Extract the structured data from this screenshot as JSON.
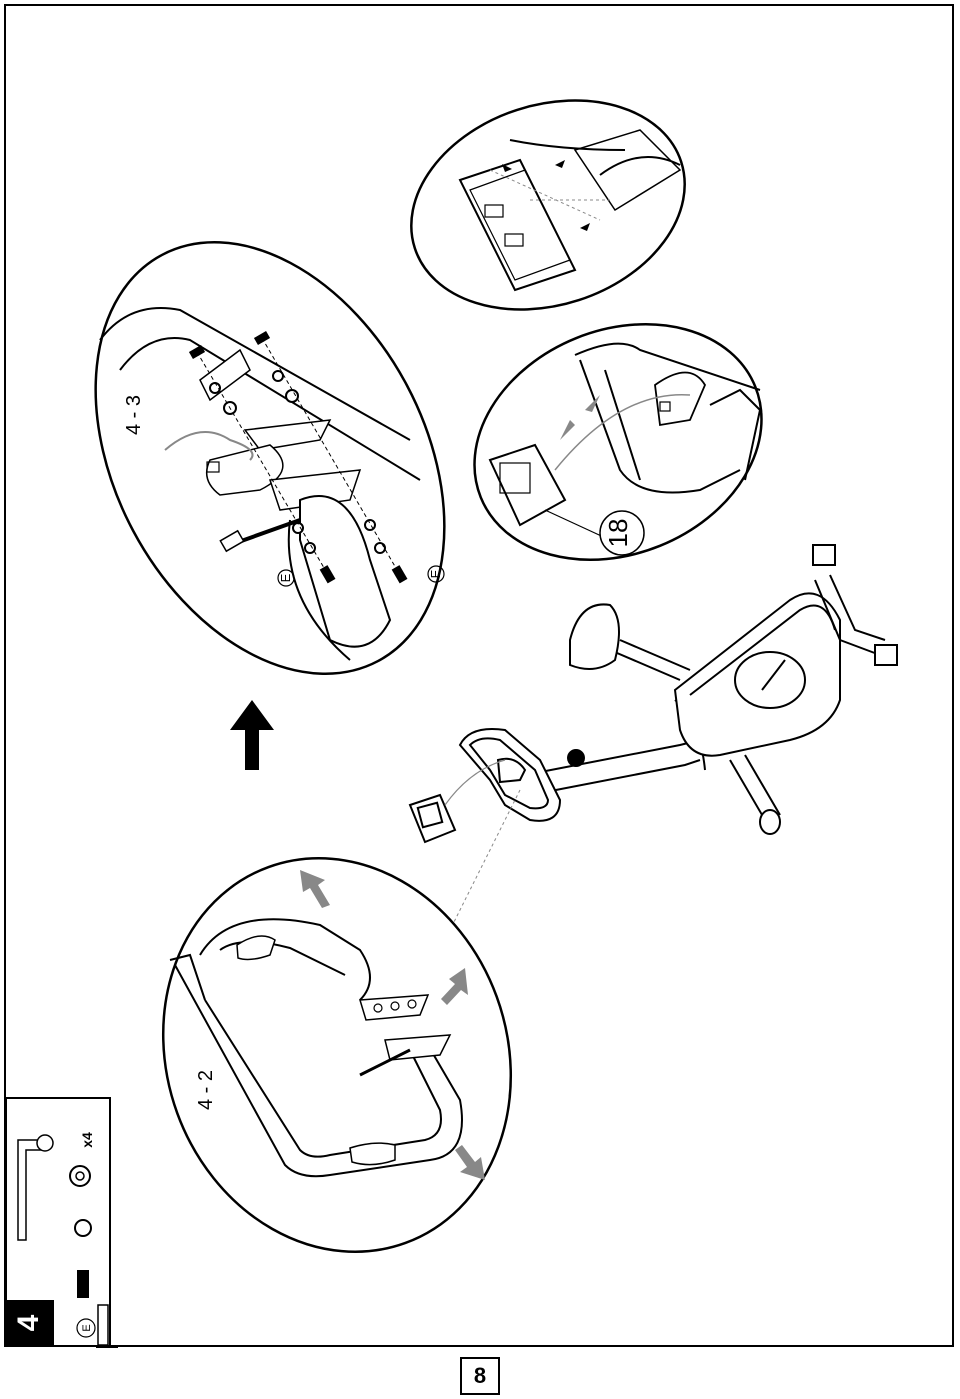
{
  "step": {
    "number": "4"
  },
  "hardware": {
    "part_letter": "E",
    "quantity": "x4"
  },
  "details": {
    "detail_2": "4 - 2",
    "detail_3": "4 - 3",
    "part_e_left": "E",
    "part_e_right": "E",
    "part_18": "18"
  },
  "page": {
    "number": "8"
  }
}
